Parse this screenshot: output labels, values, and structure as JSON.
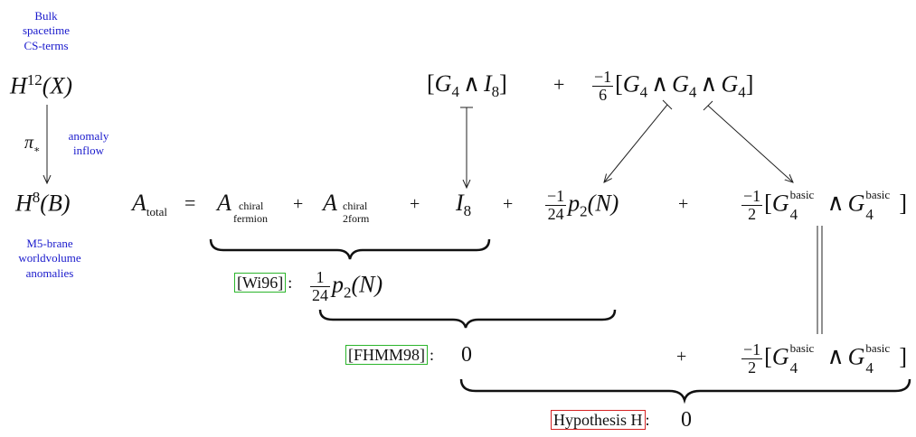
{
  "bulk_label": {
    "line1": "Bulk",
    "line2": "spacetime",
    "line3": "CS-terms"
  },
  "inflow_label": {
    "line1": "anomaly",
    "line2": "inflow"
  },
  "m5_label": {
    "line1": "M5-brane",
    "line2": "worldvolume",
    "line3": "anomalies"
  },
  "pushforward": "π",
  "top_space": {
    "H": "H",
    "exp": "12",
    "arg": "(X)"
  },
  "bottom_space": {
    "H": "H",
    "exp": "8",
    "arg": "(B)"
  },
  "top_terms": {
    "g4i8": {
      "G": "G",
      "four": "4",
      "wedge": "∧",
      "I": "I",
      "eight": "8"
    },
    "plus": "+",
    "frac_num": "−1",
    "frac_den": "6",
    "g4g4g4": {
      "G": "G",
      "four": "4",
      "wedge": "∧"
    }
  },
  "main_equation": {
    "A": "A",
    "total": "total",
    "equals": "=",
    "chiral": "chiral",
    "fermion": "fermion",
    "twoform": "2form",
    "plus": "+",
    "I": "I",
    "eight": "8",
    "frac24_num": "−1",
    "frac24_den": "24",
    "p": "p",
    "two": "2",
    "N": "(N)",
    "frac2_num": "−1",
    "frac2_den": "2",
    "G": "G",
    "four": "4",
    "basic": "basic",
    "wedge": "∧"
  },
  "wi96": {
    "cite": "[Wi96]",
    "colon": ":",
    "num": "1",
    "den": "24",
    "p": "p",
    "two": "2",
    "N": "(N)"
  },
  "fhmm98": {
    "cite": "[FHMM98]",
    "colon": ":",
    "zero": "0",
    "plus": "+",
    "num": "−1",
    "den": "2",
    "G": "G",
    "four": "4",
    "basic": "basic",
    "wedge": "∧"
  },
  "hypothesis": {
    "label": "Hypothesis H",
    "colon": ":",
    "zero": "0"
  },
  "colors": {
    "link_blue": "#1a1acc",
    "cite_green": "#2bb52b",
    "hyp_red": "#d42222"
  }
}
